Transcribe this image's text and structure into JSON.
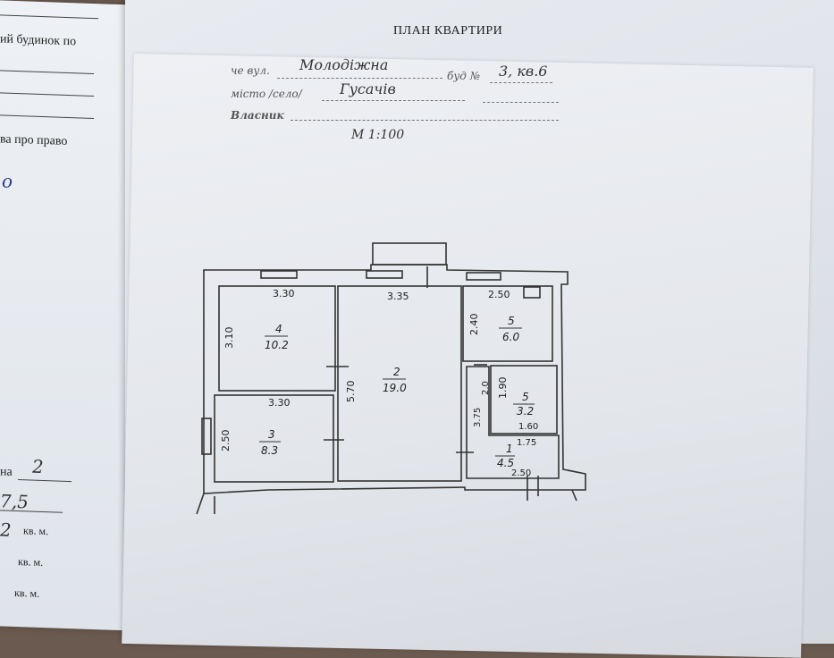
{
  "form_title": "ПЛАН КВАРТИРИ",
  "left_page": {
    "fragment_1": "ий будинок по",
    "fragment_2": "ва про право",
    "fragment_3": "на",
    "value_rooms": "2",
    "value_area": "7,5",
    "value_3": "2",
    "unit_1": "кв. м.",
    "unit_2": "кв. м.",
    "unit_3": "кв. м.",
    "handwritten_mark": "о"
  },
  "address": {
    "street_label": "че вул.",
    "street_value": "Молодіжна",
    "building_label": "буд №",
    "building_value": "3, кв.6",
    "city_label": "місто /село/",
    "city_value": "Гусачів",
    "owner_label": "Власник"
  },
  "scale": "М 1:100",
  "rooms": [
    {
      "number": "4",
      "area": "10.2",
      "width": "3.30",
      "height": "3.10"
    },
    {
      "number": "2",
      "area": "19.0",
      "width": "3.35",
      "height": "5.70"
    },
    {
      "number": "3",
      "area": "8.3",
      "width": "3.30",
      "height": "2.50"
    },
    {
      "number": "5",
      "area": "6.0",
      "width": "2.50",
      "height": "2.40"
    },
    {
      "number": "5",
      "area": "3.2",
      "width": "1.60",
      "height": "1.90"
    },
    {
      "number": "1",
      "area": "4.5",
      "width": "2.50",
      "height": "1.75"
    }
  ],
  "extra_dims": {
    "corridor_w": "2.0",
    "corridor_h": "3.75"
  }
}
